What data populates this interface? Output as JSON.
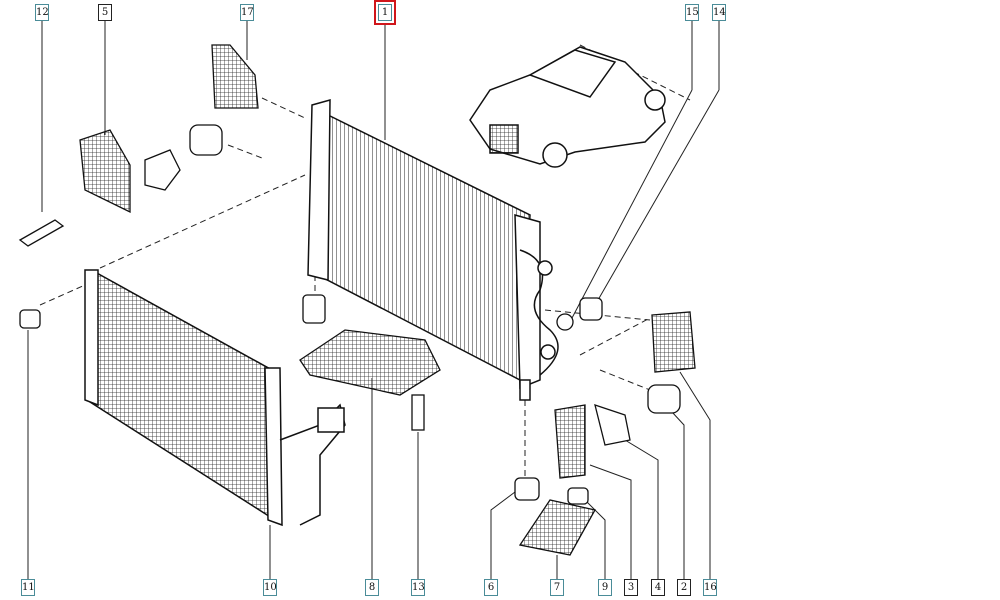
{
  "diagram": {
    "selected_part": "1",
    "accent_color": "#d0161b",
    "callouts_top": [
      {
        "id": "12"
      },
      {
        "id": "5"
      },
      {
        "id": "17"
      },
      {
        "id": "1"
      },
      {
        "id": "15"
      },
      {
        "id": "14"
      }
    ],
    "callouts_bottom": [
      {
        "id": "11"
      },
      {
        "id": "10"
      },
      {
        "id": "8"
      },
      {
        "id": "13"
      },
      {
        "id": "6"
      },
      {
        "id": "7"
      },
      {
        "id": "9"
      },
      {
        "id": "3"
      },
      {
        "id": "4"
      },
      {
        "id": "2"
      },
      {
        "id": "16"
      }
    ]
  }
}
